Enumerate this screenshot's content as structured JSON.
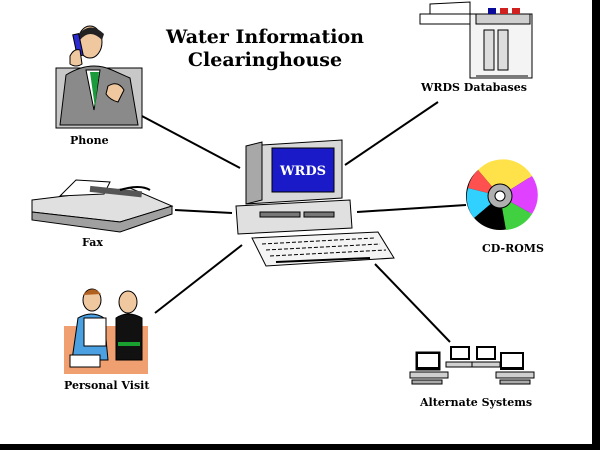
{
  "diagram": {
    "title_line1": "Water Information",
    "title_line2": "Clearinghouse",
    "center_label": "WRDS",
    "nodes": {
      "phone": "Phone",
      "fax": "Fax",
      "personal_visit": "Personal Visit",
      "wrds_databases": "WRDS Databases",
      "cd_roms": "CD-ROMS",
      "alternate_systems": "Alternate Systems"
    }
  }
}
